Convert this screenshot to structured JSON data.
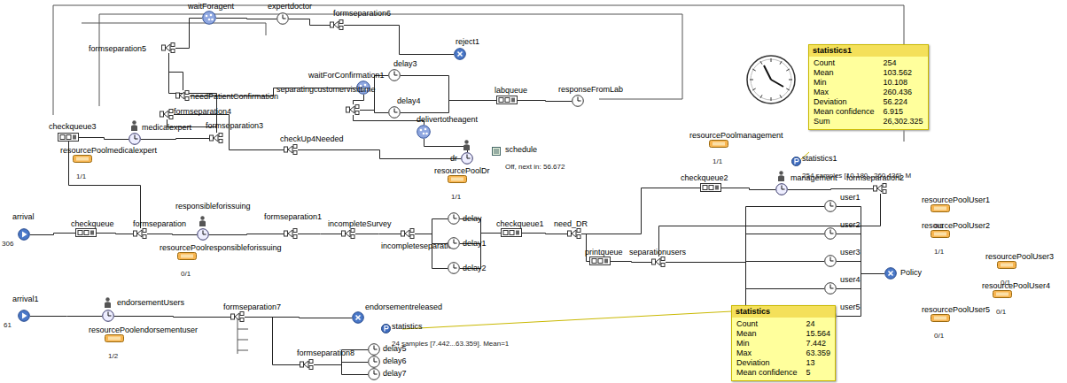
{
  "diagram": {
    "nodes": [
      {
        "text": [
          "waitForagent"
        ]
      },
      {
        "text": [
          "expertdoctor"
        ]
      },
      {
        "text": [
          "formseparation6"
        ]
      },
      {
        "text": [
          "reject1"
        ]
      },
      {
        "text": [
          "formseparation5"
        ]
      },
      {
        "text": [
          "waitForConfirmation1"
        ]
      },
      {
        "text": [
          "needPatientConfirmation"
        ]
      },
      {
        "text": [
          "delay3"
        ]
      },
      {
        "text": [
          "delay4"
        ]
      },
      {
        "text": [
          "separatingcustomervisittime"
        ]
      },
      {
        "text": [
          "labqueue"
        ]
      },
      {
        "text": [
          "responseFromLab"
        ]
      },
      {
        "text": [
          "formseparation3"
        ]
      },
      {
        "text": [
          "formseparation4"
        ]
      },
      {
        "text": [
          "checkUp4Needed"
        ]
      },
      {
        "text": [
          "delivertotheagent"
        ]
      },
      {
        "text": [
          "dr"
        ]
      },
      {
        "text": [
          "resourcePoolDr",
          "1/1"
        ]
      },
      {
        "text": [
          "schedule",
          "Off, next in: 56.672"
        ]
      },
      {
        "text": [
          "checkqueue3"
        ]
      },
      {
        "text": [
          "medicalexpert"
        ]
      },
      {
        "text": [
          "resourcePoolmedicalexpert",
          "1/1"
        ]
      },
      {
        "text": [
          "resourcePoolmanagement",
          "1/1"
        ]
      },
      {
        "text": [
          "checkqueue2"
        ]
      },
      {
        "text": [
          "management"
        ]
      },
      {
        "text": [
          "formseparation2"
        ]
      },
      {
        "text": [
          "statistics1",
          "Count",
          "254",
          "Mean",
          "103.562",
          "Min",
          "10.108",
          "Max",
          "260.436",
          "Deviation",
          "56.224",
          "Mean confidence",
          "6.915",
          "Sum",
          "26,302.325"
        ]
      },
      {
        "text": [
          "statistics1",
          "254 samples [10.180...260.436]. M"
        ]
      },
      {
        "text": [
          "arrival",
          "306"
        ]
      },
      {
        "text": [
          "checkqueue"
        ]
      },
      {
        "text": [
          "formseparation"
        ]
      },
      {
        "text": [
          "responsibleforissuing"
        ]
      },
      {
        "text": [
          "resourcePoolresponsibleforissuing",
          "0/1"
        ]
      },
      {
        "text": [
          "formseparation1"
        ]
      },
      {
        "text": [
          "incompleteSurvey"
        ]
      },
      {
        "text": [
          "incompleteseparation"
        ]
      },
      {
        "text": [
          "delay"
        ]
      },
      {
        "text": [
          "delay1"
        ]
      },
      {
        "text": [
          "delay2"
        ]
      },
      {
        "text": [
          "checkqueue1"
        ]
      },
      {
        "text": [
          "need_DR"
        ]
      },
      {
        "text": [
          "printqueue"
        ]
      },
      {
        "text": [
          "separationusers"
        ]
      },
      {
        "text": [
          "user1"
        ]
      },
      {
        "text": [
          "user2"
        ]
      },
      {
        "text": [
          "user3"
        ]
      },
      {
        "text": [
          "user4"
        ]
      },
      {
        "text": [
          "user5"
        ]
      },
      {
        "text": [
          "resourcePoolUser1",
          "0/1"
        ]
      },
      {
        "text": [
          "resourcePoolUser2",
          "1/1"
        ]
      },
      {
        "text": [
          "resourcePoolUser3",
          "0/1"
        ]
      },
      {
        "text": [
          "resourcePoolUser4",
          "0/1"
        ]
      },
      {
        "text": [
          "resourcePoolUser5",
          "0/1"
        ]
      },
      {
        "text": [
          "Policy"
        ]
      },
      {
        "text": [
          "statistics",
          "Count",
          "24",
          "Mean",
          "15.564",
          "Min",
          "7.442",
          "Max",
          "63.359",
          "Deviation",
          "13",
          "Mean confidence",
          "5"
        ]
      },
      {
        "text": [
          "statistics",
          "24 samples [7.442...63.359]. Mean=1"
        ]
      },
      {
        "text": [
          "arrival1",
          "61"
        ]
      },
      {
        "text": [
          "endorsementUsers"
        ]
      },
      {
        "text": [
          "resourcePoolendorsementuser",
          "1/2"
        ]
      },
      {
        "text": [
          "formseparation7"
        ]
      },
      {
        "text": [
          "endorsementreleased"
        ]
      },
      {
        "text": [
          "formseparation8"
        ]
      },
      {
        "text": [
          "delay5"
        ]
      },
      {
        "text": [
          "delay6"
        ]
      },
      {
        "text": [
          "delay7"
        ]
      }
    ],
    "edges": [
      {
        "from": 28,
        "to": 29,
        "arrow": "none"
      },
      {
        "from": 29,
        "to": 30,
        "arrow": "none"
      },
      {
        "from": 30,
        "to": 31,
        "arrow": "none"
      },
      {
        "from": 31,
        "to": 33,
        "arrow": "none"
      },
      {
        "from": 33,
        "to": 34,
        "arrow": "none"
      },
      {
        "from": 34,
        "to": 35,
        "arrow": "none"
      },
      {
        "from": 35,
        "to": 36,
        "arrow": "none"
      },
      {
        "from": 35,
        "to": 37,
        "arrow": "none"
      },
      {
        "from": 35,
        "to": 38,
        "arrow": "none"
      },
      {
        "from": 36,
        "to": 39,
        "arrow": "none"
      },
      {
        "from": 37,
        "to": 39,
        "arrow": "none"
      },
      {
        "from": 38,
        "to": 39,
        "arrow": "none"
      },
      {
        "from": 39,
        "to": 40,
        "arrow": "none"
      },
      {
        "from": 40,
        "to": 41,
        "arrow": "none"
      },
      {
        "from": 41,
        "to": 42,
        "arrow": "none"
      },
      {
        "from": 42,
        "to": 43,
        "arrow": "none"
      },
      {
        "from": 42,
        "to": 44,
        "arrow": "none"
      },
      {
        "from": 42,
        "to": 45,
        "arrow": "none"
      },
      {
        "from": 42,
        "to": 46,
        "arrow": "none"
      },
      {
        "from": 42,
        "to": 47,
        "arrow": "none"
      },
      {
        "from": 43,
        "to": 53,
        "arrow": "none"
      },
      {
        "from": 44,
        "to": 53,
        "arrow": "none"
      },
      {
        "from": 45,
        "to": 53,
        "arrow": "none"
      },
      {
        "from": 46,
        "to": 53,
        "arrow": "none"
      },
      {
        "from": 47,
        "to": 53,
        "arrow": "none"
      },
      {
        "from": 40,
        "to": 23,
        "arrow": "none"
      },
      {
        "from": 23,
        "to": 24,
        "arrow": "none"
      },
      {
        "from": 24,
        "to": 25,
        "arrow": "none"
      },
      {
        "from": 25,
        "to": 42,
        "arrow": "none"
      },
      {
        "from": 30,
        "to": 19,
        "arrow": "none"
      },
      {
        "from": 19,
        "to": 20,
        "arrow": "none"
      },
      {
        "from": 20,
        "to": 12,
        "arrow": "none"
      },
      {
        "from": 12,
        "to": 13,
        "arrow": "none"
      },
      {
        "from": 12,
        "to": 4,
        "arrow": "none"
      },
      {
        "from": 13,
        "to": 14,
        "arrow": "none"
      },
      {
        "from": 14,
        "to": 16,
        "arrow": "none"
      },
      {
        "from": 16,
        "to": 15,
        "arrow": "none"
      },
      {
        "from": 15,
        "to": 9,
        "arrow": "none"
      },
      {
        "from": 9,
        "to": 7,
        "arrow": "none"
      },
      {
        "from": 9,
        "to": 8,
        "arrow": "none"
      },
      {
        "from": 7,
        "to": 10,
        "arrow": "none"
      },
      {
        "from": 8,
        "to": 10,
        "arrow": "none"
      },
      {
        "from": 10,
        "to": 11,
        "arrow": "none"
      },
      {
        "from": 4,
        "to": 0,
        "arrow": "none"
      },
      {
        "from": 0,
        "to": 1,
        "arrow": "none"
      },
      {
        "from": 1,
        "to": 2,
        "arrow": "none"
      },
      {
        "from": 2,
        "to": 3,
        "arrow": "none"
      },
      {
        "from": 4,
        "to": 6,
        "arrow": "none"
      },
      {
        "from": 6,
        "to": 5,
        "arrow": "none"
      },
      {
        "from": 5,
        "to": 9,
        "arrow": "none"
      },
      {
        "from": 56,
        "to": 57,
        "arrow": "none"
      },
      {
        "from": 57,
        "to": 59,
        "arrow": "none"
      },
      {
        "from": 59,
        "to": 60,
        "arrow": "none"
      },
      {
        "from": 59,
        "to": 61,
        "arrow": "none"
      },
      {
        "from": 61,
        "to": 62,
        "arrow": "none"
      },
      {
        "from": 61,
        "to": 63,
        "arrow": "none"
      },
      {
        "from": 61,
        "to": 64,
        "arrow": "none"
      }
    ]
  }
}
